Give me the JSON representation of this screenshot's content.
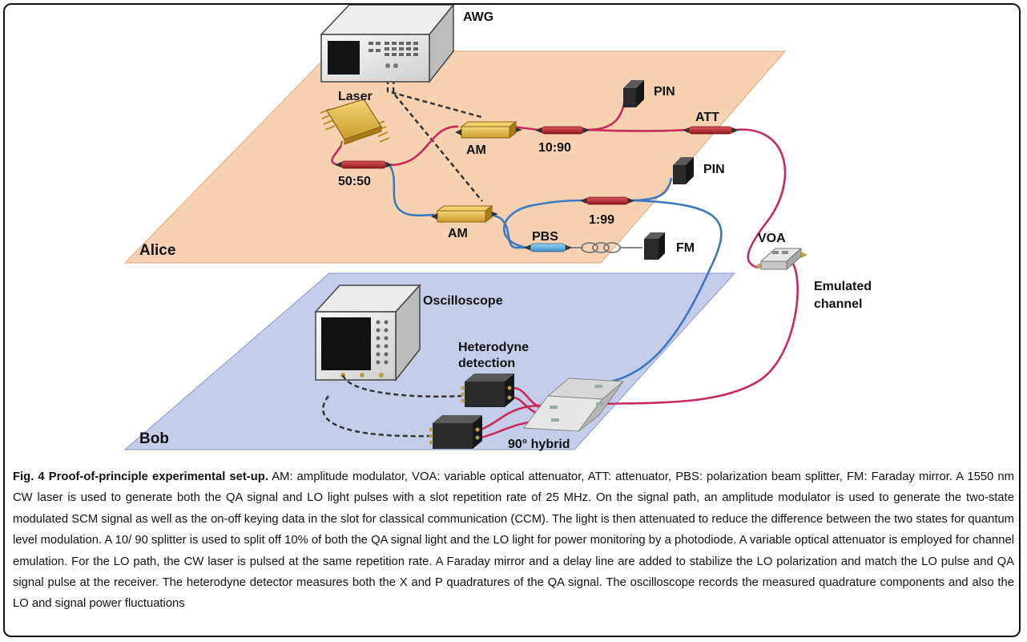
{
  "labels": {
    "awg": "AWG",
    "laser": "Laser",
    "pin_top": "PIN",
    "pin_mid": "PIN",
    "att": "ATT",
    "am_top": "AM",
    "splitter_10_90": "10:90",
    "splitter_50_50": "50:50",
    "am_bottom": "AM",
    "splitter_1_99": "1:99",
    "pbs": "PBS",
    "fm": "FM",
    "alice": "Alice",
    "voa": "VOA",
    "emulated_channel_1": "Emulated",
    "emulated_channel_2": "channel",
    "oscilloscope": "Oscilloscope",
    "heterodyne_1": "Heterodyne",
    "heterodyne_2": "detection",
    "bob": "Bob",
    "hybrid": "90° hybrid"
  },
  "colors": {
    "alice_plane": "#f7d2b2",
    "bob_plane": "#c5cdea",
    "fiber_red": "#c8285a",
    "fiber_blue": "#3a78c0",
    "component_gold": "#e4b843",
    "splitter_red": "#b8262e",
    "pbs_blue": "#63b0de"
  },
  "caption": {
    "title": "Fig. 4 Proof-of-principle experimental set-up.",
    "body": " AM: amplitude modulator, VOA: variable optical attenuator, ATT: attenuator, PBS: polarization beam splitter, FM: Faraday mirror. A 1550 nm CW laser is used to generate both the QA signal and LO light pulses with a slot repetition rate of 25 MHz. On the signal path, an amplitude modulator is used to generate the two-state modulated SCM signal as well as the on-off keying data in the slot for classical communication (CCM). The light is then attenuated to reduce the difference between the two states for quantum level modulation. A 10/ 90 splitter is used to split off 10% of both the QA signal light and the LO light for power monitoring by a photodiode. A variable optical attenuator is employed for channel emulation. For the LO path, the CW laser is pulsed at the same repetition rate. A Faraday mirror and a delay line are added to stabilize the LO polarization and match the LO pulse and QA signal pulse at the receiver. The heterodyne detector measures both the X and P quadratures of the QA signal. The oscilloscope records the measured quadrature components and also the LO and signal power fluctuations"
  }
}
